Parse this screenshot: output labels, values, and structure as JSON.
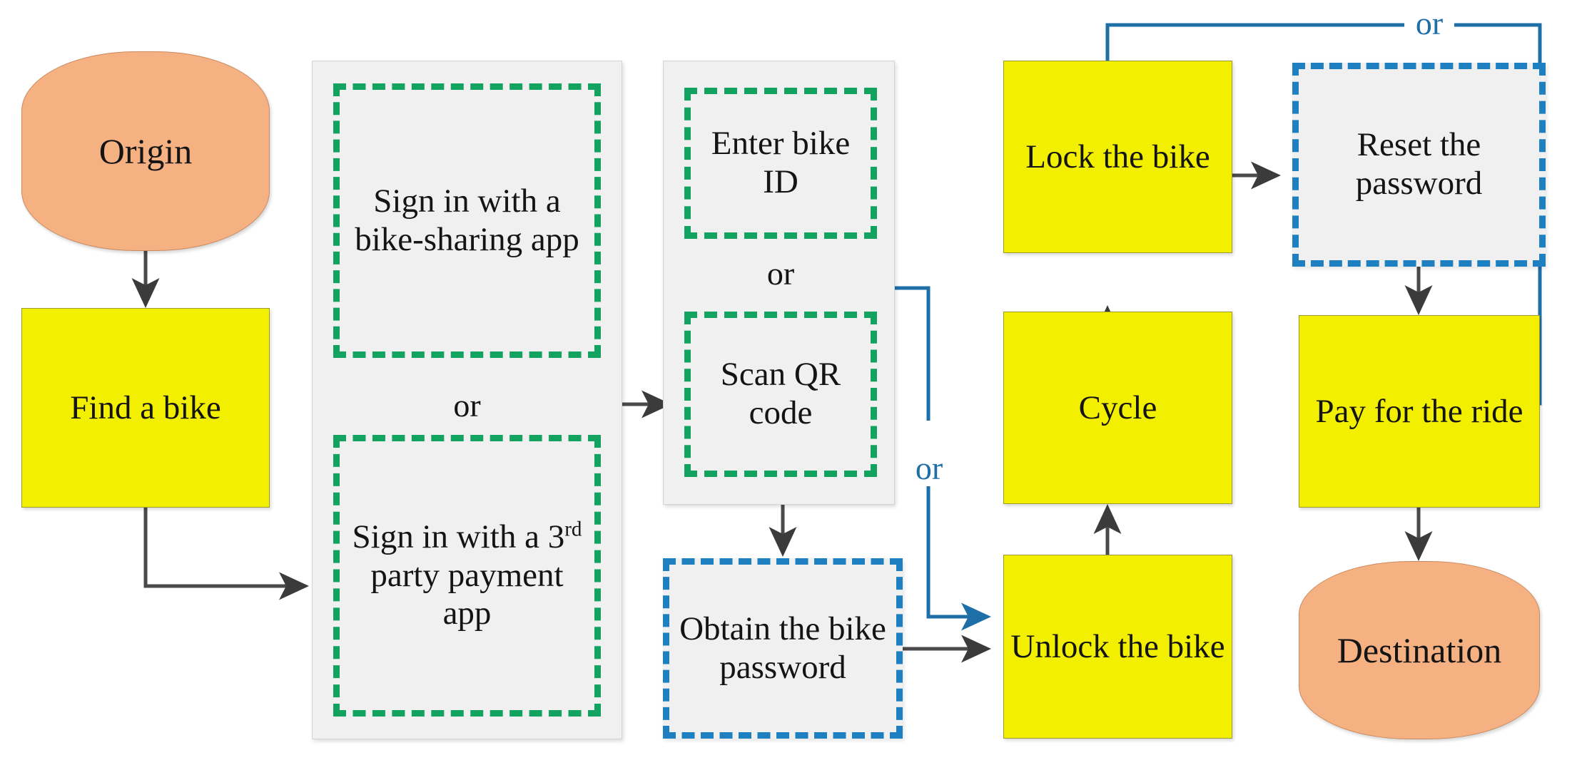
{
  "diagram": {
    "title": "Bike-sharing ride process flowchart",
    "colors": {
      "terminator_fill": "#F6B183",
      "process_fill": "#F2F000",
      "group_fill": "#F0F0F0",
      "green_dash": "#12A360",
      "blue_dash": "#1E80C0",
      "blue_connector": "#1E6FA8",
      "gray_connector": "#404040"
    }
  },
  "nodes": {
    "origin": "Origin",
    "find_bike": "Find a bike",
    "sign_in_app": "Sign in with a bike-sharing app",
    "sign_in_3rd_party_pre": "Sign in with a 3",
    "sign_in_3rd_party_sup": "rd",
    "sign_in_3rd_party_post": " party payment app",
    "enter_bike_id": "Enter bike ID",
    "scan_qr": "Scan QR code",
    "obtain_password": "Obtain the bike password",
    "lock_bike": "Lock the bike",
    "cycle": "Cycle",
    "unlock_bike": "Unlock the bike",
    "reset_password": "Reset the password",
    "pay_ride": "Pay for the ride",
    "destination": "Destination"
  },
  "labels": {
    "or_col2": "or",
    "or_col3": "or",
    "or_blue_branch": "or",
    "or_blue_top": "or"
  }
}
